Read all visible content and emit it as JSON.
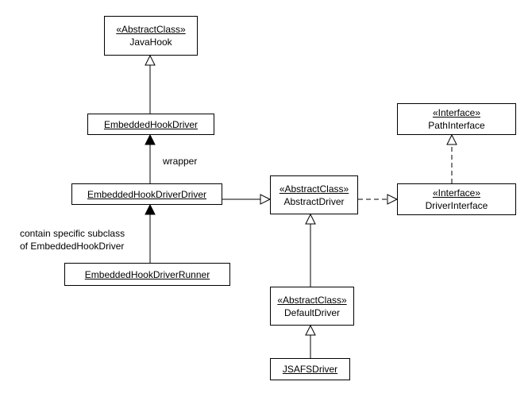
{
  "nodes": {
    "javahook": {
      "stereotype": "«AbstractClass»",
      "name": "JavaHook"
    },
    "ehd": {
      "name": "EmbeddedHookDriver"
    },
    "ehdd": {
      "name": "EmbeddedHookDriverDriver"
    },
    "ehdr": {
      "name": "EmbeddedHookDriverRunner"
    },
    "absdriver": {
      "stereotype": "«AbstractClass»",
      "name": "AbstractDriver"
    },
    "pathif": {
      "stereotype": "«Interface»",
      "name": "PathInterface"
    },
    "driverif": {
      "stereotype": "«Interface»",
      "name": "DriverInterface"
    },
    "defdriver": {
      "stereotype": "«AbstractClass»",
      "name": "DefaultDriver"
    },
    "jsafs": {
      "name": "JSAFSDriver"
    }
  },
  "labels": {
    "wrapper": "wrapper",
    "contain_line1": "contain specific subclass",
    "contain_line2": "of EmbeddedHookDriver"
  },
  "colors": {
    "line": "#000000",
    "fill": "#ffffff"
  }
}
